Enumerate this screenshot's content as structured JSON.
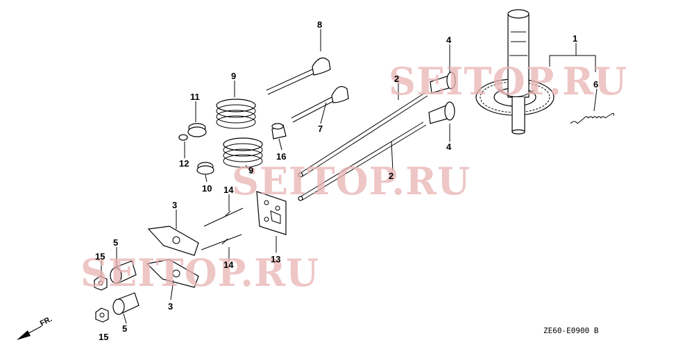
{
  "diagram": {
    "callouts": {
      "n1": "1",
      "n2a": "2",
      "n2b": "2",
      "n3a": "3",
      "n3b": "3",
      "n4a": "4",
      "n4b": "4",
      "n5a": "5",
      "n5b": "5",
      "n6": "6",
      "n7": "7",
      "n8": "8",
      "n9a": "9",
      "n9b": "9",
      "n10": "10",
      "n11": "11",
      "n12": "12",
      "n13": "13",
      "n14a": "14",
      "n14b": "14",
      "n15a": "15",
      "n15b": "15",
      "n16": "16"
    },
    "watermark": "SEITOP.RU",
    "front_marker": "FR.",
    "diagram_code": "ZE60-E0900 B"
  }
}
